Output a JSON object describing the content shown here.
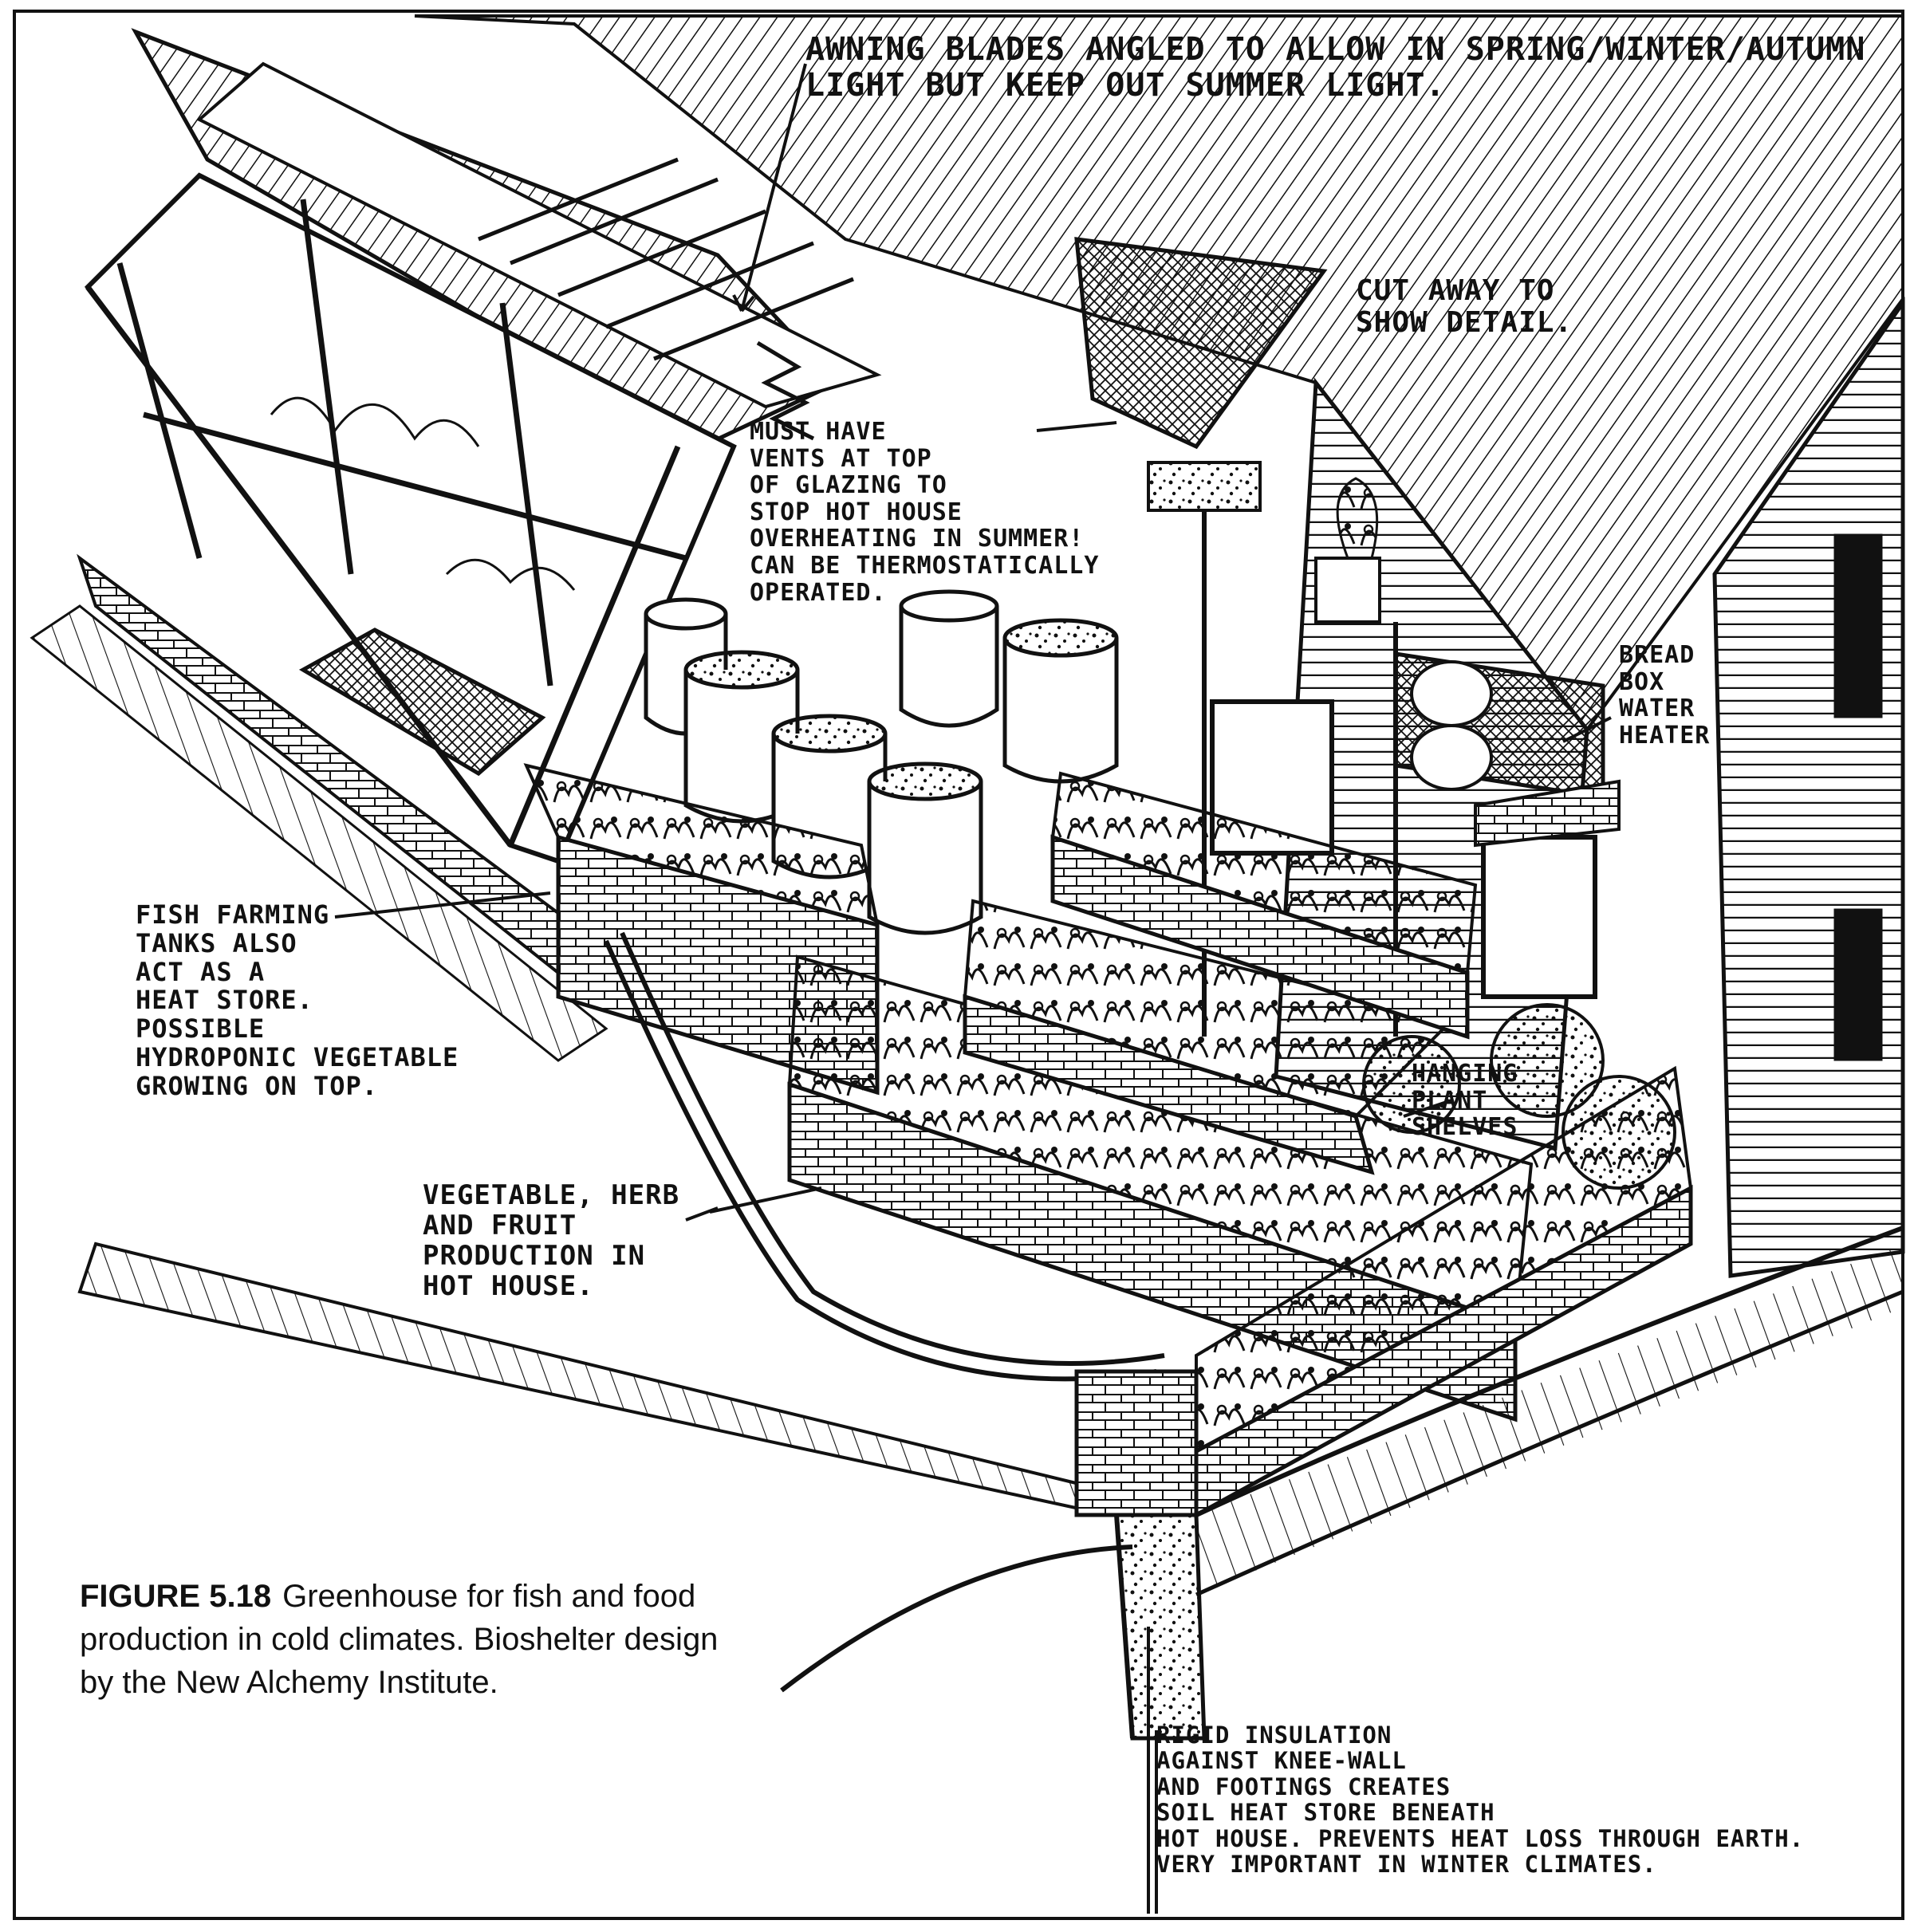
{
  "figure": {
    "number": "FIGURE 5.18",
    "caption": "Greenhouse for fish and food production in cold climates. Bioshelter design by the New Alchemy Institute."
  },
  "annotations": {
    "awning": "AWNING BLADES ANGLED TO ALLOW IN SPRING/WINTER/AUTUMN\nLIGHT BUT KEEP OUT SUMMER LIGHT.",
    "cutaway": "CUT AWAY TO\nSHOW DETAIL.",
    "vents": "MUST HAVE\nVENTS AT TOP\nOF GLAZING TO\nSTOP HOT HOUSE\nOVERHEATING IN SUMMER!\nCAN BE THERMOSTATICALLY OPERATED.",
    "breadbox": "BREAD\nBOX\nWATER\nHEATER",
    "fish": "FISH FARMING\nTANKS ALSO\nACT AS A\nHEAT STORE.\nPOSSIBLE\nHYDROPONIC VEGETABLE\nGROWING ON TOP.",
    "hanging": "HANGING\nPLANT\nSHELVES",
    "vegetable": "VEGETABLE, HERB\nAND FRUIT\nPRODUCTION IN\nHOT HOUSE.",
    "insulation": "RIGID INSULATION\nAGAINST KNEE-WALL\nAND FOOTINGS CREATES\nSOIL HEAT STORE BENEATH\nHOT HOUSE. PREVENTS HEAT LOSS THROUGH EARTH.\nVERY IMPORTANT IN WINTER CLIMATES."
  }
}
